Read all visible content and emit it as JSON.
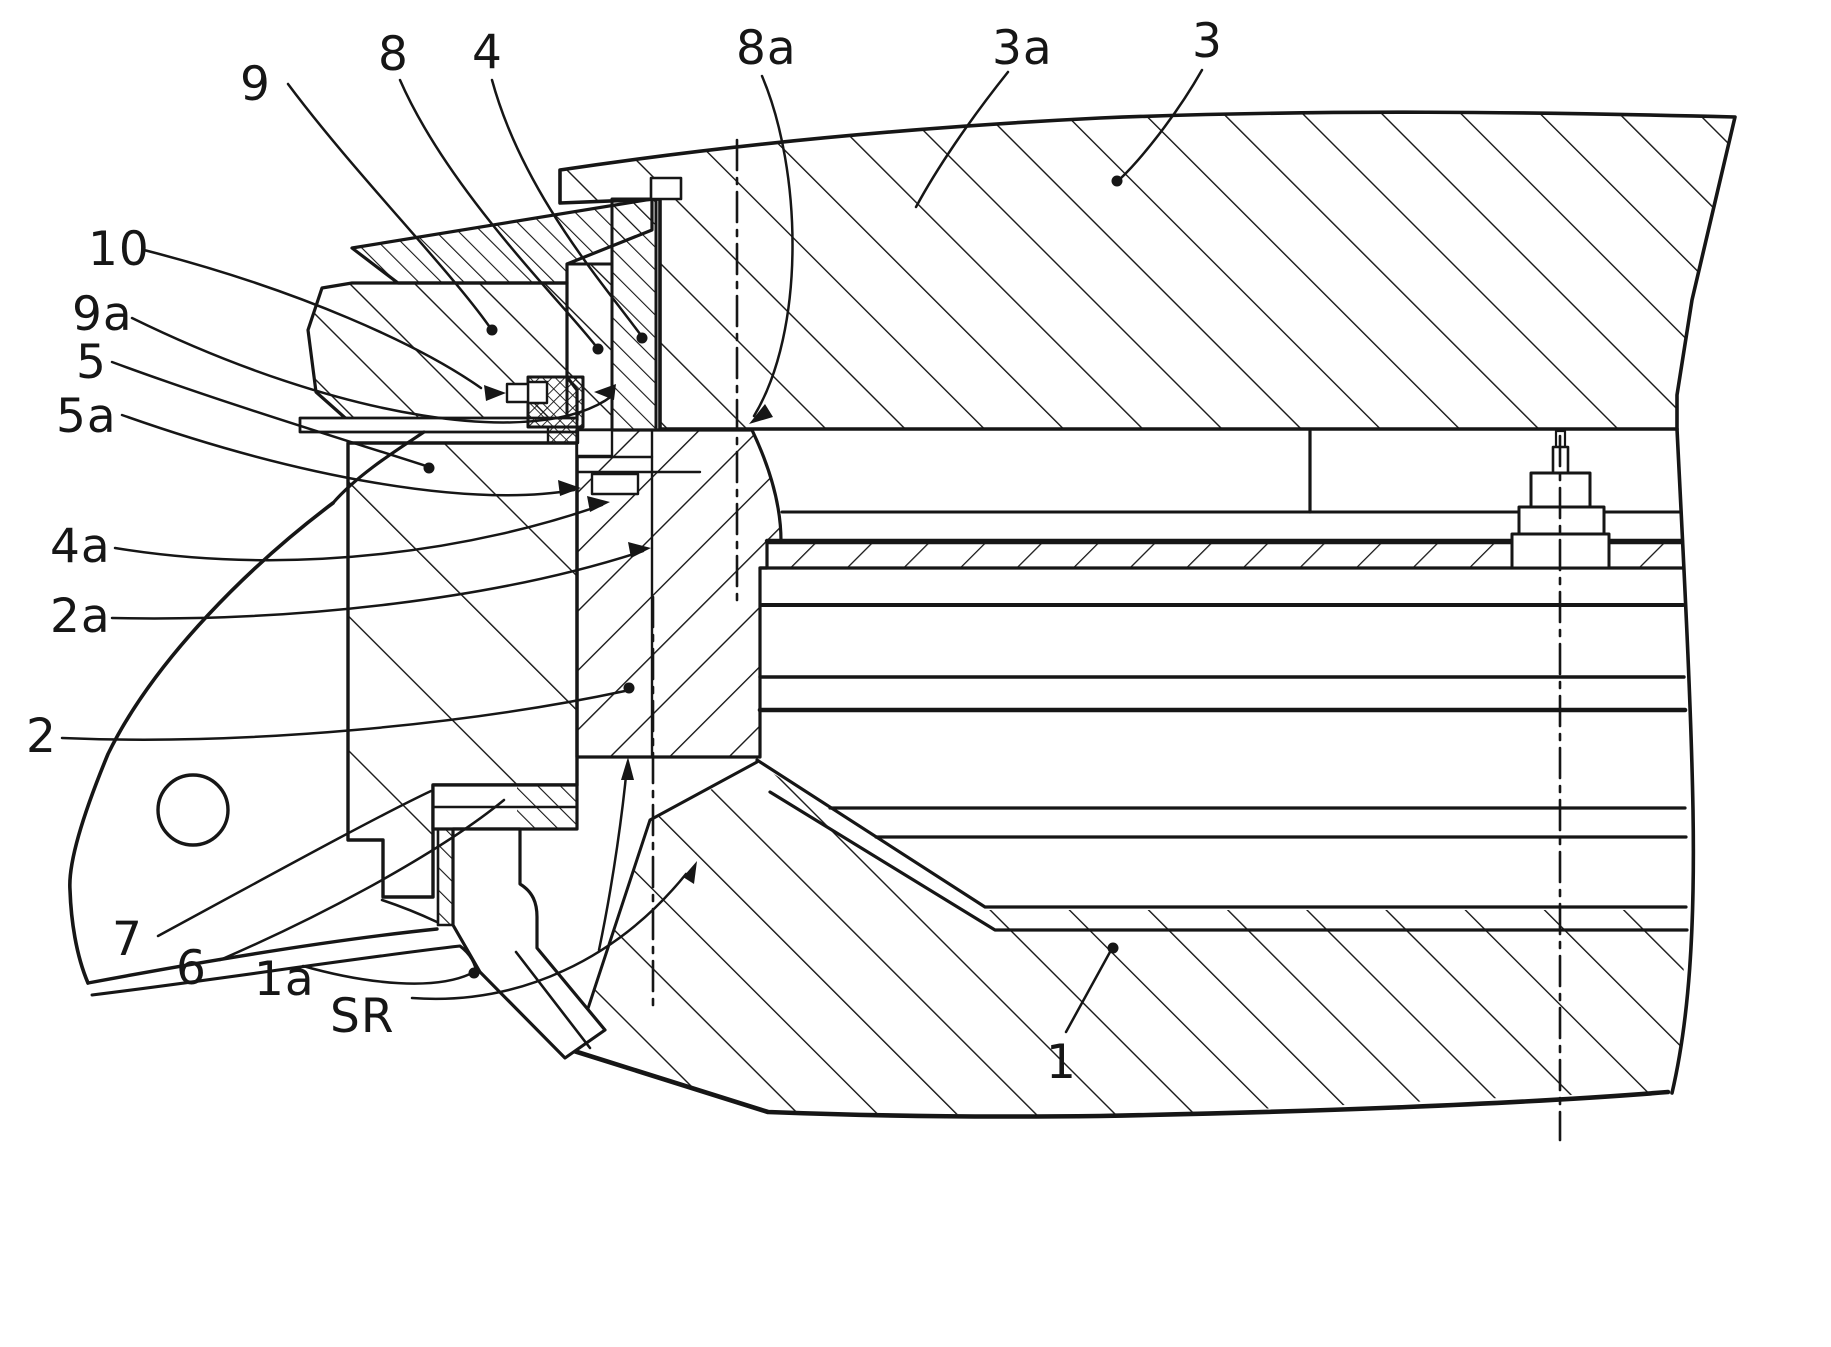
{
  "figure": {
    "kind": "patent sectional drawing",
    "background": "#ffffff",
    "line_color": "#161616",
    "leader_styles": [
      "dot",
      "arrow",
      "plain"
    ]
  },
  "labels": [
    {
      "id": "9",
      "text": "9",
      "leader": "dot"
    },
    {
      "id": "8",
      "text": "8",
      "leader": "dot"
    },
    {
      "id": "4",
      "text": "4",
      "leader": "dot"
    },
    {
      "id": "8a",
      "text": "8a",
      "leader": "arrow"
    },
    {
      "id": "3a",
      "text": "3a",
      "leader": "plain"
    },
    {
      "id": "3",
      "text": "3",
      "leader": "dot"
    },
    {
      "id": "10",
      "text": "10",
      "leader": "arrow"
    },
    {
      "id": "9a",
      "text": "9a",
      "leader": "arrow"
    },
    {
      "id": "5",
      "text": "5",
      "leader": "dot"
    },
    {
      "id": "5a",
      "text": "5a",
      "leader": "arrow"
    },
    {
      "id": "4a",
      "text": "4a",
      "leader": "arrow"
    },
    {
      "id": "2a",
      "text": "2a",
      "leader": "arrow"
    },
    {
      "id": "2",
      "text": "2",
      "leader": "dot"
    },
    {
      "id": "7",
      "text": "7",
      "leader": "plain"
    },
    {
      "id": "6",
      "text": "6",
      "leader": "plain"
    },
    {
      "id": "1a",
      "text": "1a",
      "leader": "dot"
    },
    {
      "id": "SR",
      "text": "SR",
      "leader": "arrow"
    },
    {
      "id": "1",
      "text": "1",
      "leader": "dot"
    }
  ]
}
